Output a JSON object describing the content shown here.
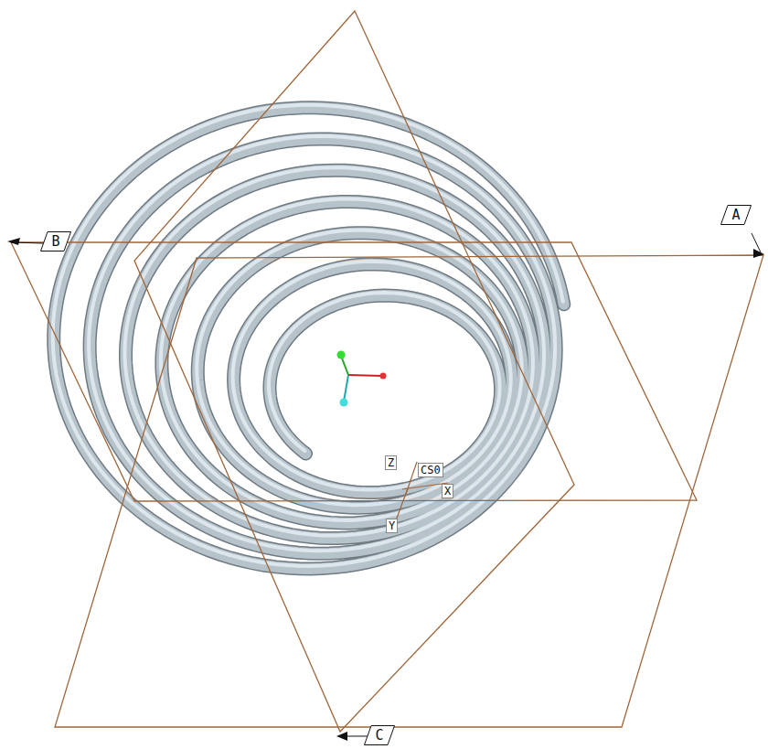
{
  "diagram": {
    "nodes": [
      {
        "text": [
          "B"
        ]
      },
      {
        "text": [
          "A"
        ]
      },
      {
        "text": [
          "C"
        ]
      }
    ],
    "labels": [
      "Z",
      "CS0",
      "X",
      "Y"
    ]
  }
}
